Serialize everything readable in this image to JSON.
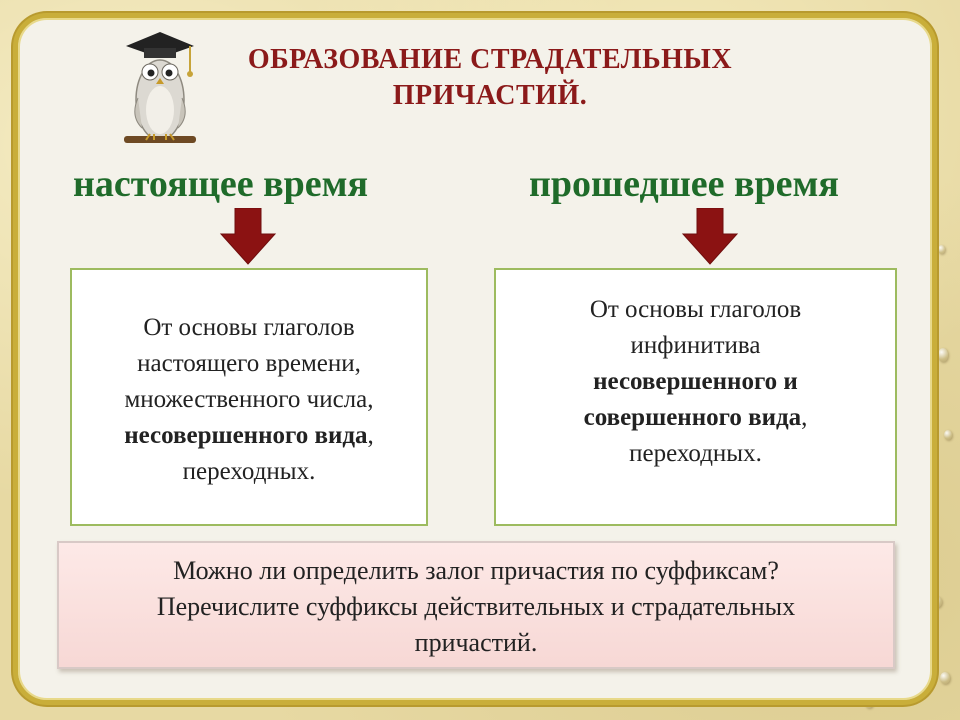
{
  "title": {
    "line1": "ОБРАЗОВАНИЕ СТРАДАТЕЛЬНЫХ",
    "line2": "ПРИЧАСТИЙ."
  },
  "columns": {
    "left": {
      "heading": "настоящее время",
      "lines": [
        {
          "text": "От основы глаголов",
          "bold": ""
        },
        {
          "text": "настоящего времени,",
          "bold": ""
        },
        {
          "text": "множественного числа,",
          "bold": ""
        },
        {
          "text": "",
          "bold": "несовершенного вида",
          "after": ","
        },
        {
          "text": "переходных.",
          "bold": ""
        }
      ]
    },
    "right": {
      "heading": "прошедшее время",
      "lines": [
        {
          "text": "От основы глаголов",
          "bold": ""
        },
        {
          "text": "инфинитива",
          "bold": ""
        },
        {
          "text": "",
          "bold": "несовершенного и",
          "after": ""
        },
        {
          "text": "",
          "bold": "совершенного вида",
          "after": ","
        },
        {
          "text": "переходных.",
          "bold": ""
        }
      ]
    }
  },
  "question": {
    "line1": "Можно ли определить залог причастия по суффиксам?",
    "line2": "Перечислите суффиксы действительных и страдательных",
    "line3": "причастий."
  },
  "colors": {
    "title": "#8b1a1a",
    "heading": "#1f6b2a",
    "arrow": "#8b1212",
    "box_border": "#9dbb5f",
    "question_bg": "#fde9e7",
    "frame": "#c9ae3a"
  },
  "icons": {
    "owl": "owl-graduation-cap-icon",
    "arrow": "arrow-down-icon"
  }
}
